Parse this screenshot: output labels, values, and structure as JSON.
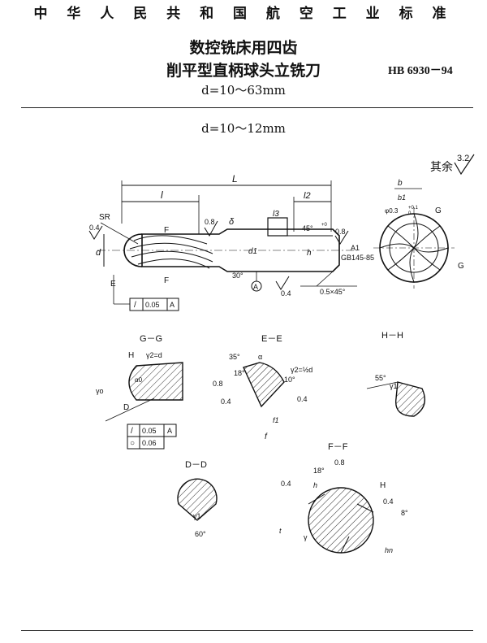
{
  "header": {
    "standard_org": "中 华 人 民 共 和 国 航 空 工 业 标 准",
    "title_line1": "数控铣床用四齿",
    "title_line2": "削平型直柄球头立铣刀",
    "range": "d=10～63mm",
    "code": "HB 6930－94"
  },
  "sub_range": "d=10～12mm",
  "surface_note": {
    "label": "其余",
    "value": "3.2"
  },
  "main_view": {
    "dim_L": "L",
    "dim_l": "l",
    "dim_l2": "l2",
    "dim_l3": "l3",
    "dim_SR": "SR",
    "dim_d": "d",
    "dim_d1": "d1",
    "dim_h": "h",
    "rough_04_left": "0.4",
    "rough_08": "0.8",
    "rough_08_right": "0.8",
    "rough_04_bottom": "0.4",
    "delta": "δ",
    "angle_45": "45°",
    "tol_45": "+0",
    "angle_30": "30°",
    "datum_A": "A",
    "center_hole": "A1",
    "center_hole_std": "GB145-85",
    "chamfer": "0.5×45°",
    "section_E": "E",
    "section_F": "F",
    "runout_sym": "/",
    "runout_val": "0.05",
    "runout_datum": "A"
  },
  "end_view": {
    "dim_b": "b",
    "dim_b1": "b1",
    "hole": "φ0.3",
    "hole_tol_top": "+0.1",
    "hole_tol_bot": "0",
    "section_G": "G"
  },
  "sections": {
    "gg": {
      "title": "G－G",
      "H": "H",
      "gamma_eq": "γ2=d",
      "gamma0": "γo",
      "alpha": "α0",
      "D": "D",
      "tol1_sym": "/",
      "tol1_val": "0.05",
      "tol1_datum": "A",
      "tol2_sym": "○",
      "tol2_val": "0.06"
    },
    "ee": {
      "title": "E－E",
      "ang35": "35°",
      "ang18": "18°",
      "ang10": "10°",
      "alpha": "α",
      "gamma_eq": "γ2=½d",
      "r08": "0.8",
      "r04a": "0.4",
      "r04b": "0.4",
      "f1": "f1",
      "f": "f"
    },
    "hh": {
      "title": "H－H",
      "ang55": "55°",
      "gamma": "γ1"
    },
    "dd": {
      "title": "D－D",
      "gamma": "γ1",
      "ang60": "60°"
    },
    "ff": {
      "title": "F－F",
      "ang18": "18°",
      "r08": "0.8",
      "r04a": "0.4",
      "r04b": "0.4",
      "H": "H",
      "ang8": "8°",
      "gamma": "γ",
      "h": "h",
      "t": "t",
      "hn": "hn"
    }
  }
}
